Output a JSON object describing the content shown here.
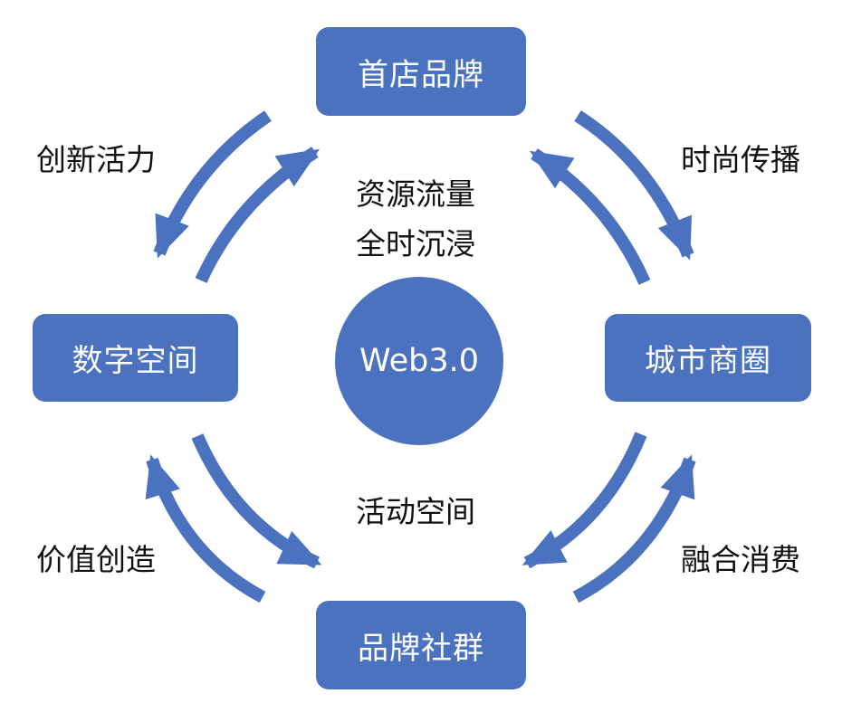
{
  "colors": {
    "box": "#4a72bf",
    "arrow": "#4a72bf",
    "text": "#111111"
  },
  "nodes": {
    "top": "首店品牌",
    "left": "数字空间",
    "right": "城市商圈",
    "bottom": "品牌社群"
  },
  "center": "Web3.0",
  "edge_labels": {
    "top_left": "创新活力",
    "top_right": "时尚传播",
    "bottom_left": "价值创造",
    "bottom_right": "融合消费"
  },
  "center_labels": {
    "line1": "资源流量",
    "line2": "全时沉浸",
    "line3": "活动空间"
  }
}
